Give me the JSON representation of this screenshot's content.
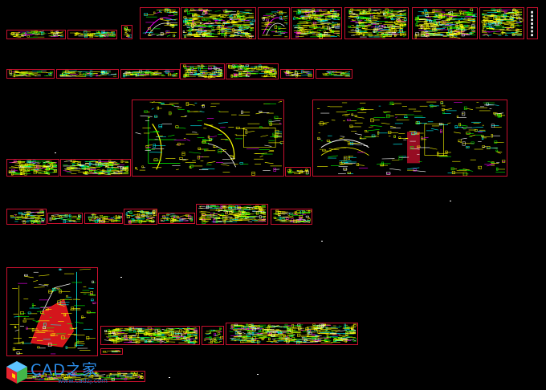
{
  "viewport": {
    "name": "cad-model-space",
    "background": "#000000",
    "frame_color": "#c8102e",
    "line_colors": [
      "#ffff00",
      "#00ff00",
      "#00ffff",
      "#ffffff",
      "#ff3333",
      "#ff00ff"
    ]
  },
  "watermark": {
    "brand": "CAD之家",
    "url": "www.cadzj.com",
    "cube_icon": "cube-logo-icon"
  }
}
